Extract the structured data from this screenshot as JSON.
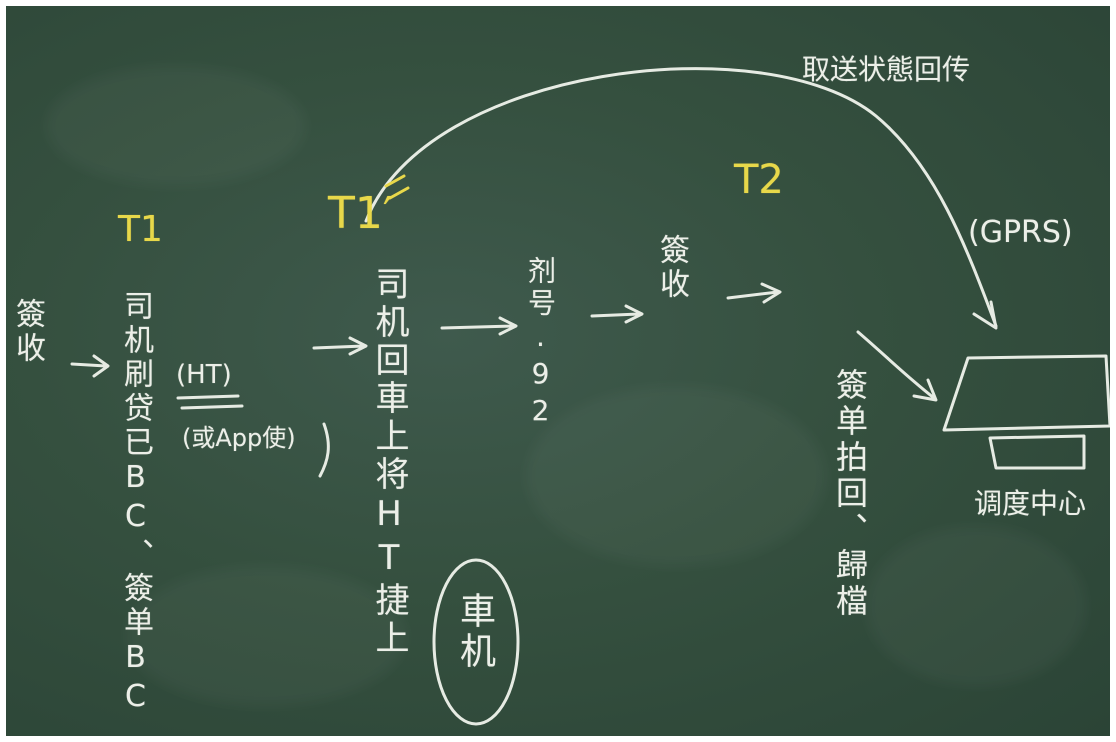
{
  "board": {
    "left_text": "簽收",
    "t1_label": "T1",
    "t1_prime_label": "T1′",
    "t2_label": "T2",
    "col1_text": "司机刷贷已BC、簽单BC",
    "ht_label": "(HT)",
    "app_note": "(或App使)",
    "col2_text": "司机回車上将HT捷上",
    "circled_text": "車机",
    "col3_text": "剂号.92",
    "sign_text": "簽收",
    "arc_label": "取送状態回传",
    "gprs_label": "(GPRS)",
    "col4_text": "簽单拍回、歸檔",
    "dispatch_label": "调度中心"
  }
}
